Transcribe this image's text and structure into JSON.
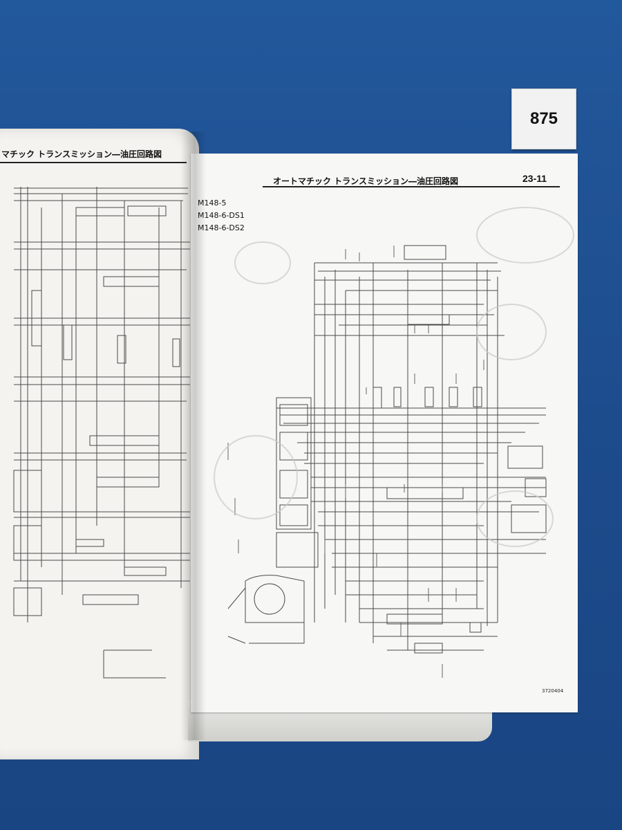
{
  "sticker": {
    "number": "875"
  },
  "left_page": {
    "header": "マチック トランスミッション―油圧回路図"
  },
  "right_page": {
    "header": "オートマチック トランスミッション―油圧回路図",
    "page_number": "23-11",
    "models": [
      "M148-5",
      "M148-6-DS1",
      "M148-6-DS2"
    ],
    "footer_code": "3720404"
  },
  "colors": {
    "background": "#1f4f8f",
    "paper": "#f7f7f5",
    "ink": "#333333"
  }
}
